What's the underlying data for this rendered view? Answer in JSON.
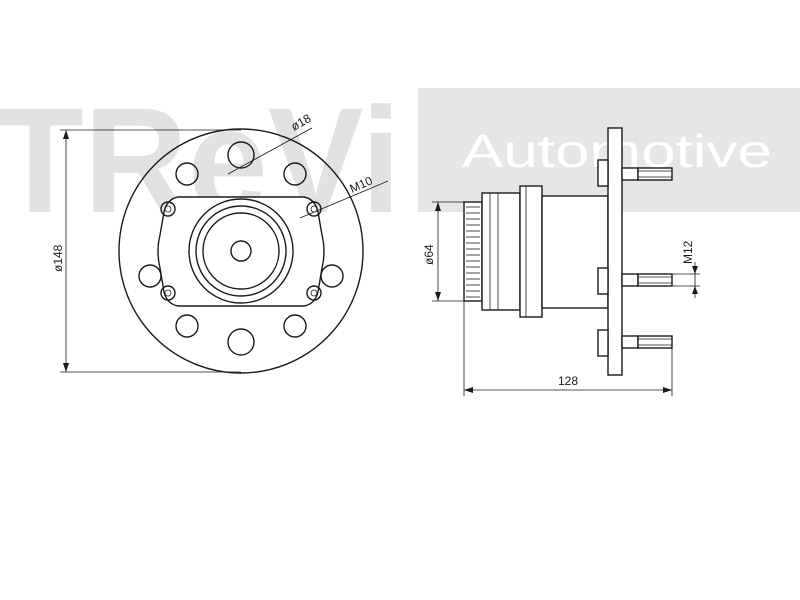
{
  "watermark": {
    "brand": "TReVi",
    "tagline": "Automotive"
  },
  "dimensions": {
    "bolt_hole": "ø18",
    "stud_thread_front": "M10",
    "outer_diameter": "ø148",
    "hub_diameter": "ø64",
    "stud_thread_side": "M12",
    "overall_width": "128"
  },
  "colors": {
    "line": "#1a1a1a",
    "watermark_fill": "#e2e2e2",
    "watermark_band": "#e6e6e6"
  }
}
